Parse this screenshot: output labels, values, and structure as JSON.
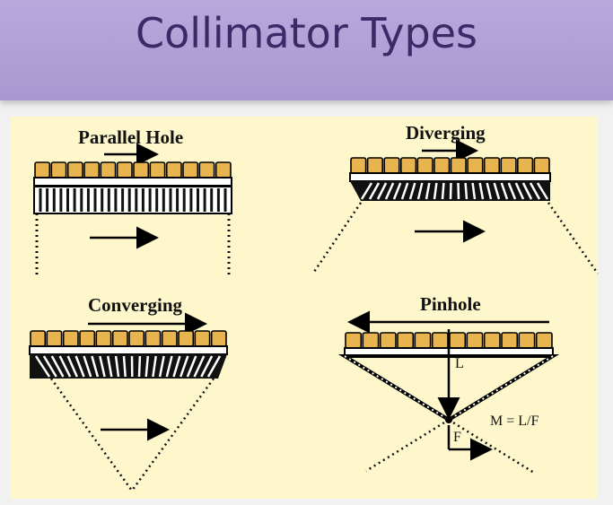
{
  "slide": {
    "title": "Collimator Types"
  },
  "diagrams": {
    "parallel_hole": {
      "label": "Parallel Hole"
    },
    "diverging": {
      "label": "Diverging"
    },
    "converging": {
      "label": "Converging"
    },
    "pinhole": {
      "label": "Pinhole",
      "l_label": "L",
      "f_label": "F",
      "formula": "M = L/F"
    }
  },
  "colors": {
    "panel_background": "#fdf7cb",
    "crystal_fill": "#e8b44f",
    "title_band": "#b3a1d8",
    "title_text": "#3b2a68"
  }
}
